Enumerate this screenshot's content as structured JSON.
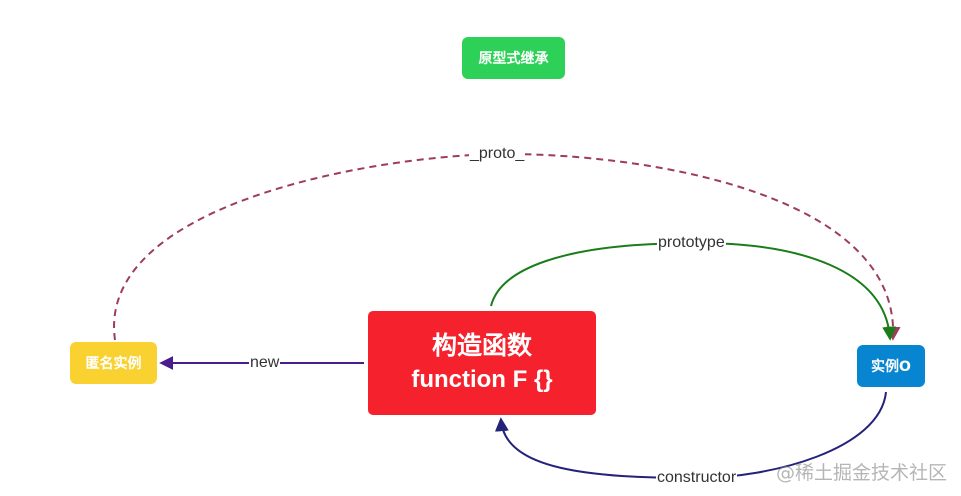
{
  "title": "原型式继承",
  "nodes": {
    "title": {
      "label": "原型式继承",
      "color": "#2ed158"
    },
    "constructor": {
      "line1": "构造函数",
      "line2": "function F {}",
      "color": "#f5222d"
    },
    "anonymous": {
      "label": "匿名实例",
      "color": "#f9d232"
    },
    "instance": {
      "label": "实例O",
      "color": "#0785d1"
    }
  },
  "edges": {
    "proto": {
      "label": "_proto_",
      "color": "#9e3d5a",
      "style": "dashed"
    },
    "prototype": {
      "label": "prototype",
      "color": "#1a7d1a",
      "style": "solid"
    },
    "new": {
      "label": "new",
      "color": "#4a1c8c",
      "style": "solid"
    },
    "constructor": {
      "label": "constructor",
      "color": "#23237a",
      "style": "solid"
    }
  },
  "watermark": "@稀土掘金技术社区"
}
